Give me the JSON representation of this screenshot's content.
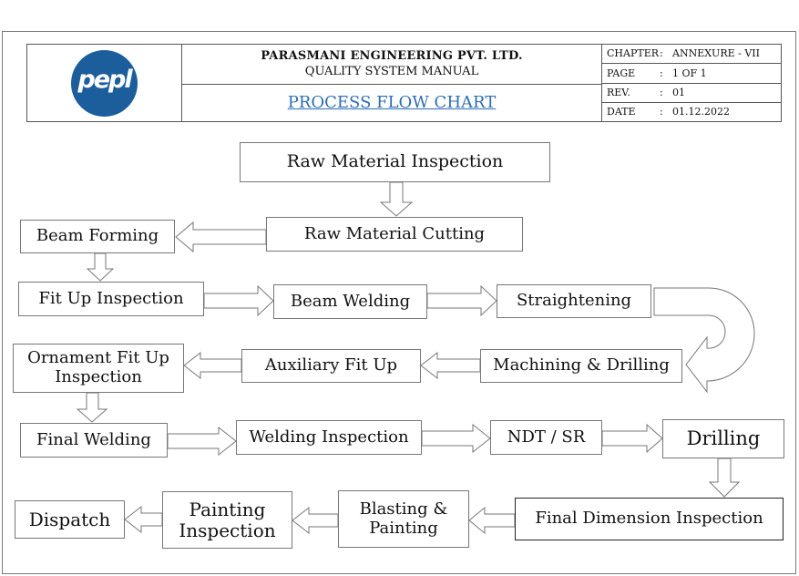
{
  "header": {
    "logo_text": "pepl",
    "company": "PARASMANI ENGINEERING PVT. LTD.",
    "manual": "QUALITY SYSTEM MANUAL",
    "chart_title": "PROCESS FLOW CHART",
    "meta": [
      {
        "key": "CHAPTER",
        "value": "ANNEXURE - VII"
      },
      {
        "key": "PAGE",
        "value": "1 OF 1"
      },
      {
        "key": "REV.",
        "value": "01"
      },
      {
        "key": "DATE",
        "value": "01.12.2022"
      }
    ]
  },
  "steps": {
    "raw_material_inspection": "Raw Material Inspection",
    "raw_material_cutting": "Raw Material Cutting",
    "beam_forming": "Beam Forming",
    "fit_up_inspection": "Fit Up Inspection",
    "beam_welding": "Beam Welding",
    "straightening": "Straightening",
    "machining_drilling": "Machining & Drilling",
    "auxiliary_fit_up": "Auxiliary Fit Up",
    "ornament_fit_up_inspection_l1": "Ornament Fit Up",
    "ornament_fit_up_inspection_l2": "Inspection",
    "final_welding": "Final Welding",
    "welding_inspection": "Welding Inspection",
    "ndt_sr": "NDT / SR",
    "drilling": "Drilling",
    "final_dimension_inspection": "Final Dimension Inspection",
    "blasting_painting_l1": "Blasting &",
    "blasting_painting_l2": "Painting",
    "painting_inspection_l1": "Painting",
    "painting_inspection_l2": "Inspection",
    "dispatch": "Dispatch"
  }
}
